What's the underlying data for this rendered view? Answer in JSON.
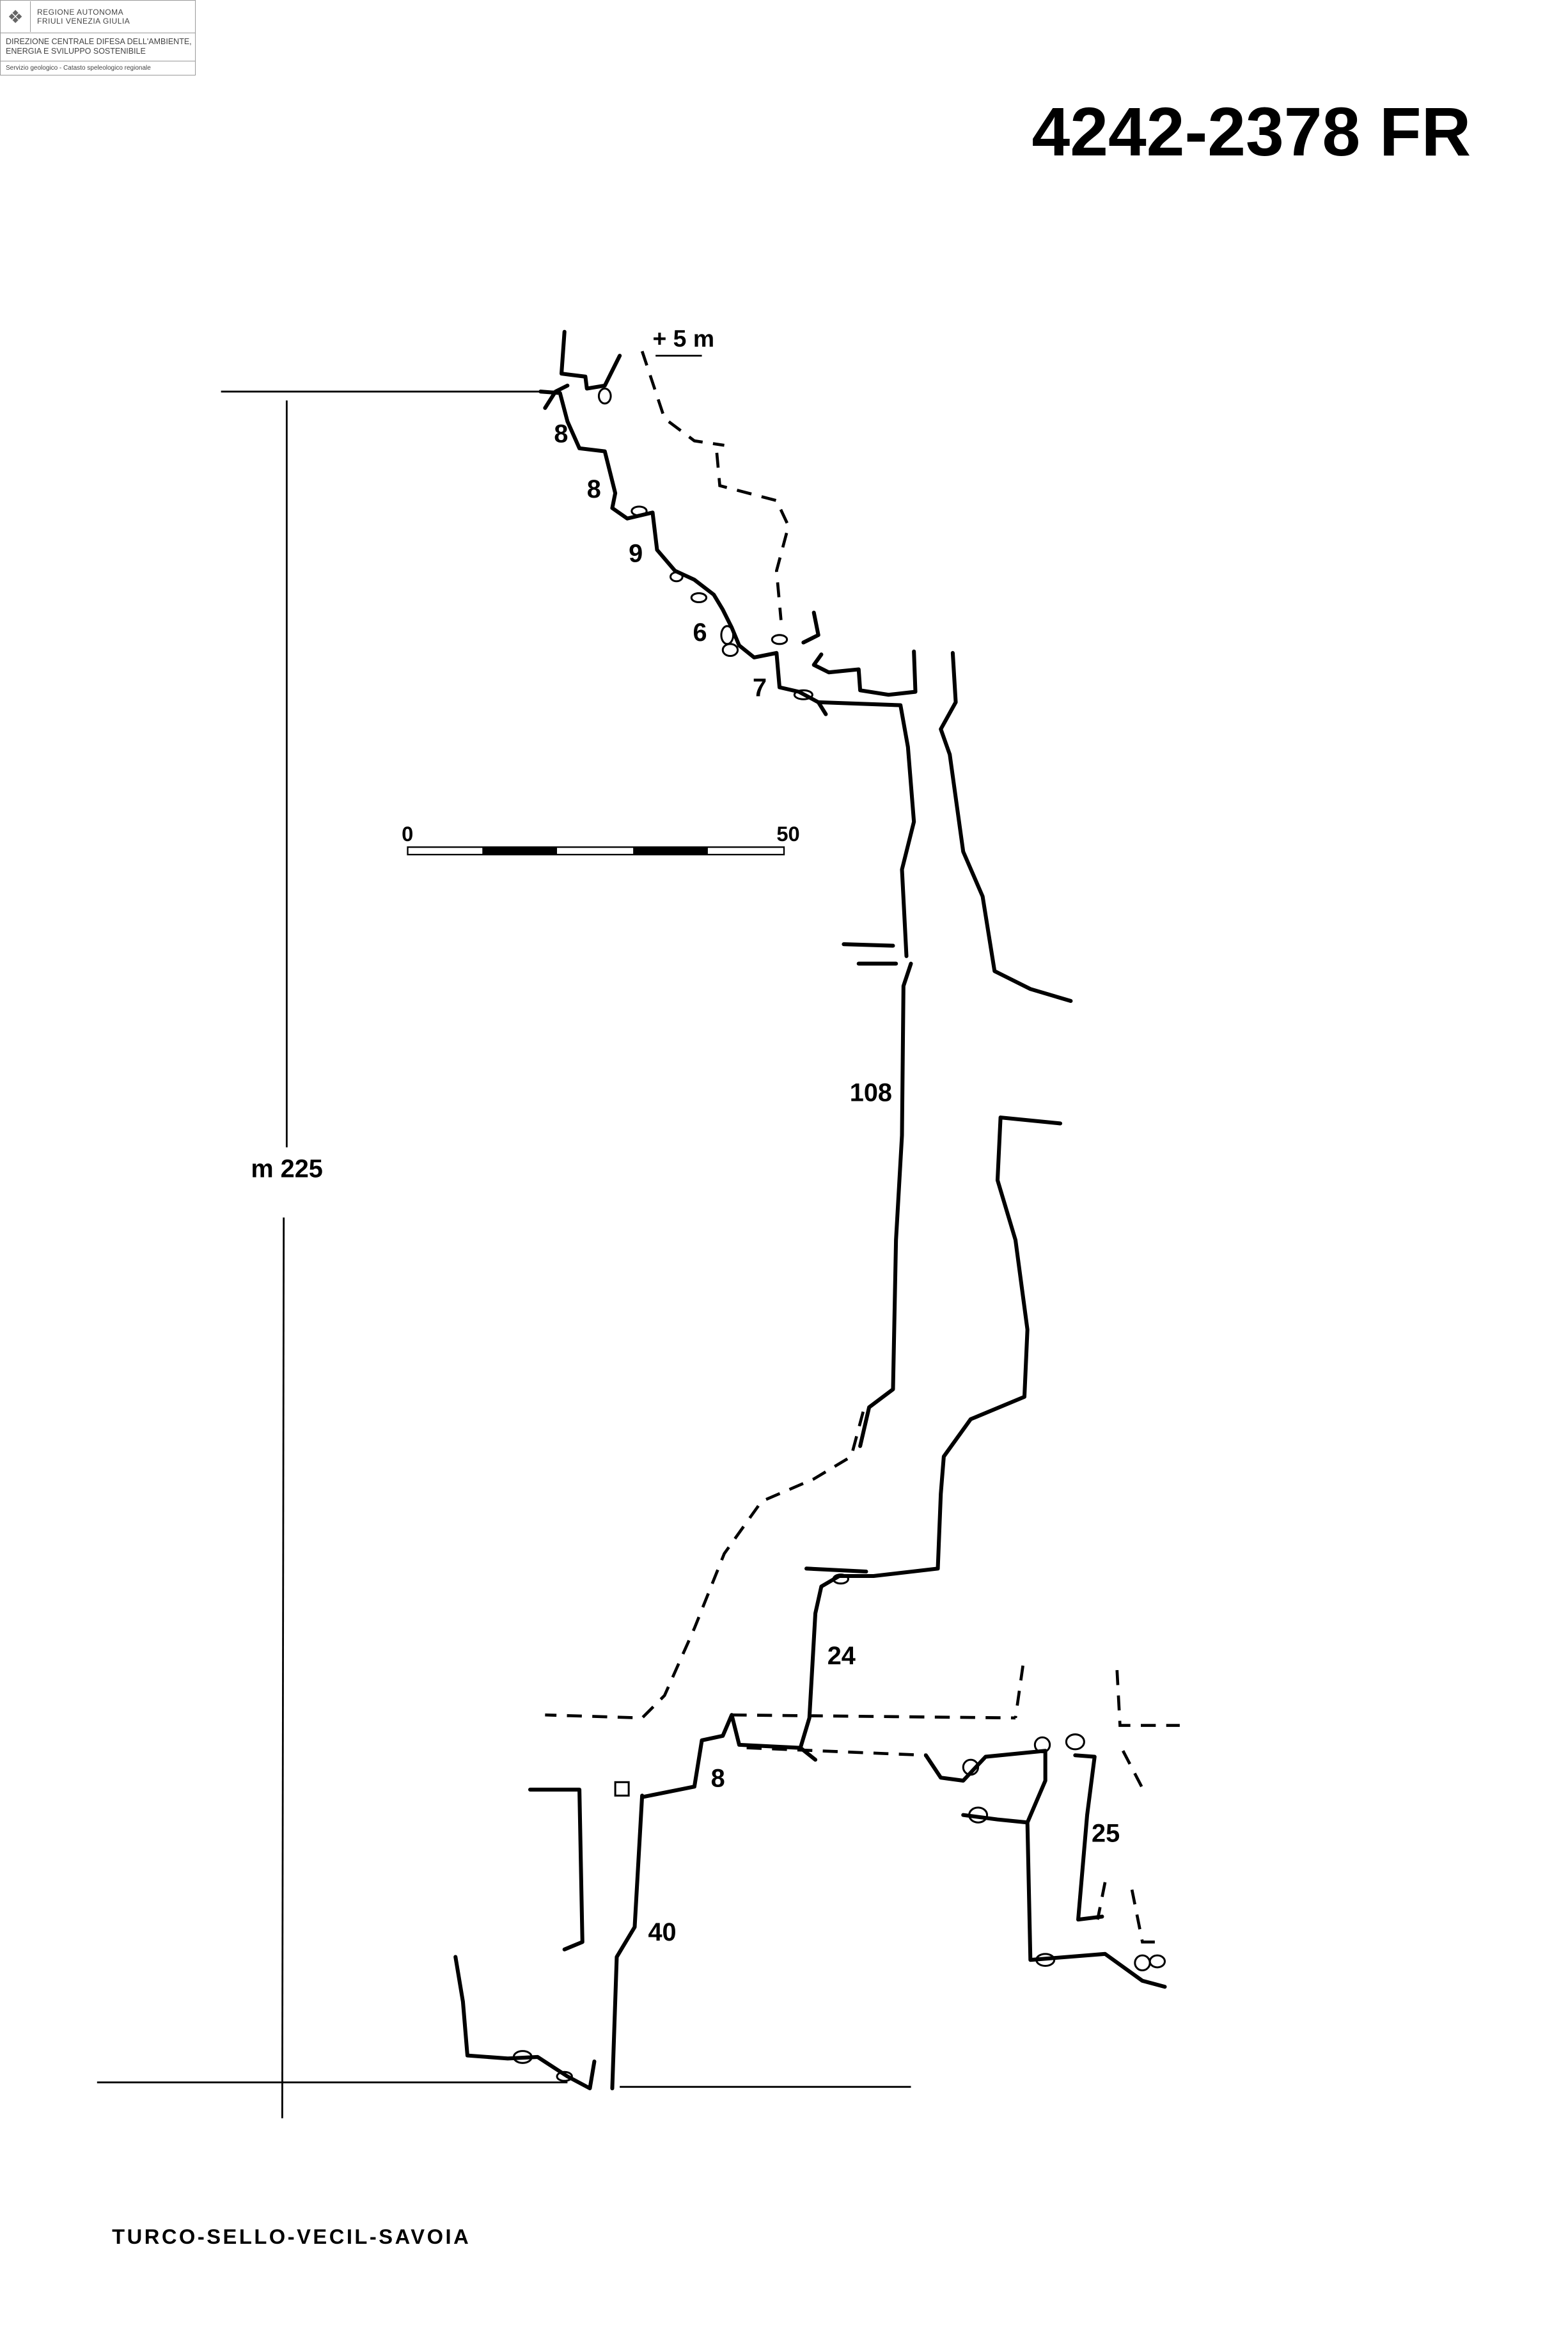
{
  "logo": {
    "line1": "REGIONE AUTONOMA",
    "line2": "FRIULI VENEZIA GIULIA",
    "line3": "DIREZIONE CENTRALE DIFESA DELL'AMBIENTE,",
    "line4": "ENERGIA E SVILUPPO SOSTENIBILE",
    "line5": "Servizio geologico - Catasto speleologico regionale"
  },
  "title": "4242-2378 FR",
  "elevation_label": "+ 5 m",
  "total_depth_label": "m 225",
  "scale_bar": {
    "start": "0",
    "end": "50"
  },
  "pitch_depths": [
    "8",
    "8",
    "9",
    "6",
    "7",
    "108",
    "24",
    "8",
    "25",
    "40"
  ],
  "authors": "TURCO-SELLO-VECIL-SAVOIA"
}
